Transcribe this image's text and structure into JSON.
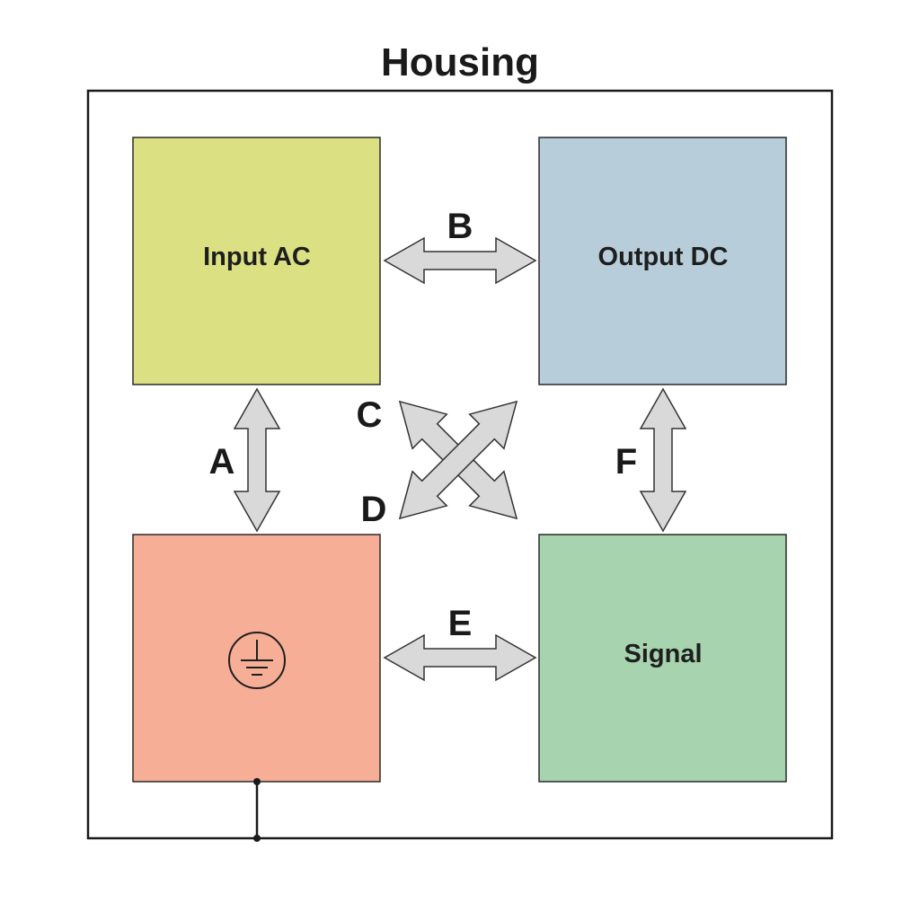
{
  "title": "Housing",
  "colors": {
    "input_ac": "#dbe183",
    "output_dc": "#b7cdda",
    "ground": "#f6ae96",
    "signal": "#a7d3ae",
    "arrow_fill": "#d9d9d9",
    "stroke": "#222222"
  },
  "boxes": {
    "input_ac": {
      "label": "Input AC"
    },
    "output_dc": {
      "label": "Output DC"
    },
    "ground": {
      "label": "",
      "icon": "protective-earth-icon"
    },
    "signal": {
      "label": "Signal"
    }
  },
  "arrows": {
    "a": "A",
    "b": "B",
    "c": "C",
    "d": "D",
    "e": "E",
    "f": "F"
  }
}
